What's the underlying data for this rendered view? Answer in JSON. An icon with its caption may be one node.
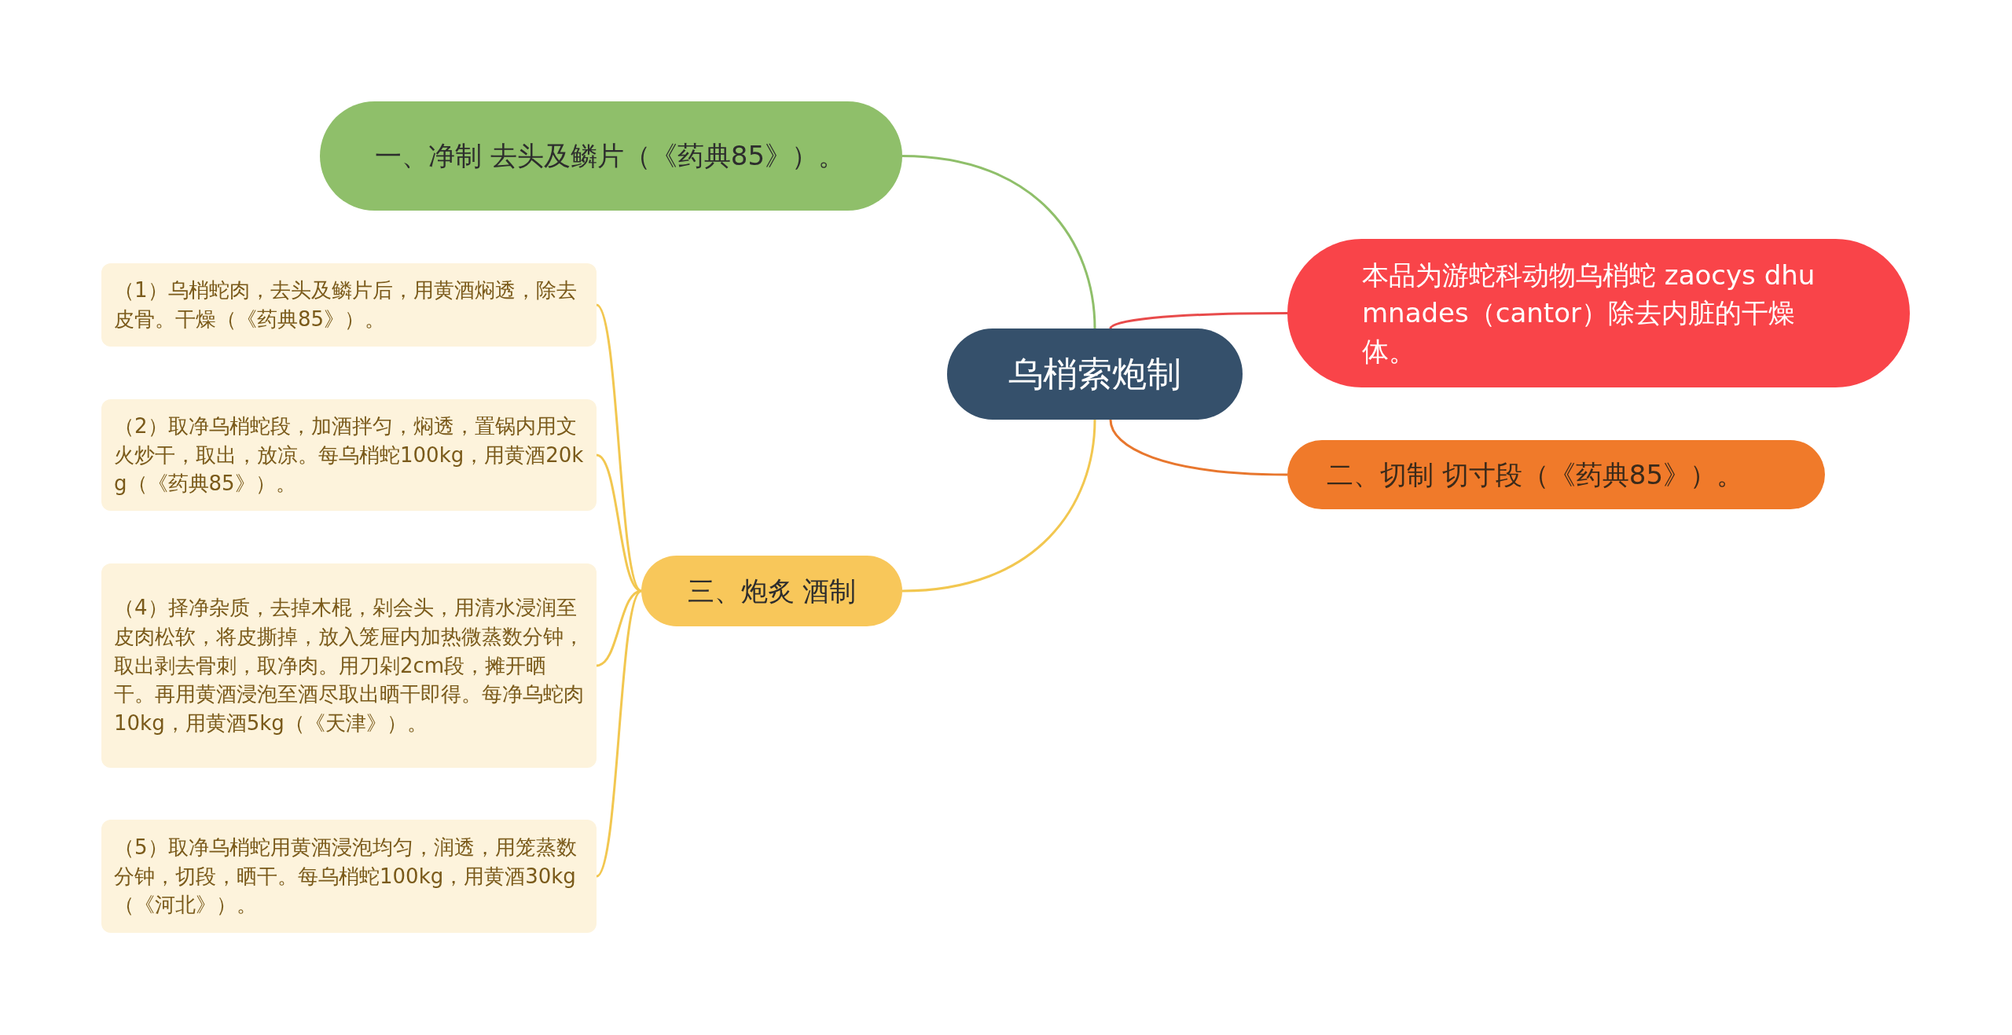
{
  "diagram": {
    "nodes": [
      {
        "text": [
          "乌梢索炮制"
        ]
      },
      {
        "text": [
          "一、净制 去头及鳞片（《药典85》）。"
        ]
      },
      {
        "text": [
          "本品为游蛇科动物乌梢蛇 zaocys dhumnades（cantor）除去内脏的干燥体。"
        ]
      },
      {
        "text": [
          "二、切制 切寸段（《药典85》）。"
        ]
      },
      {
        "text": [
          "三、炮炙 酒制"
        ]
      },
      {
        "text": [
          "（1）乌梢蛇肉，去头及鳞片后，用黄酒焖透，除去皮骨。干燥（《药典85》）。"
        ]
      },
      {
        "text": [
          "（2）取净乌梢蛇段，加酒拌匀，焖透，置锅内用文火炒干，取出，放凉。每乌梢蛇100kg，用黄酒20kg（《药典85》）。"
        ]
      },
      {
        "text": [
          "（4）择净杂质，去掉木棍，剁会头，用清水浸润至皮肉松软，将皮撕掉，放入笼屉内加热微蒸数分钟，取出剥去骨刺，取净肉。用刀剁2cm段，摊开晒干。再用黄酒浸泡至酒尽取出晒干即得。每净乌蛇肉10kg，用黄酒5kg（《天津》）。"
        ]
      },
      {
        "text": [
          "（5）取净乌梢蛇用黄酒浸泡均匀，润透，用笼蒸数分钟，切段，晒干。每乌梢蛇100kg，用黄酒30kg（《河北》）。"
        ]
      }
    ],
    "edges": [
      {
        "from": 0,
        "to": 1,
        "arrow": "none",
        "color": "#8fbf6a"
      },
      {
        "from": 0,
        "to": 2,
        "arrow": "none",
        "color": "#e84b4b"
      },
      {
        "from": 0,
        "to": 3,
        "arrow": "none",
        "color": "#e8772e"
      },
      {
        "from": 0,
        "to": 4,
        "arrow": "none",
        "color": "#f2c750"
      },
      {
        "from": 4,
        "to": 5,
        "arrow": "none",
        "color": "#f2c750"
      },
      {
        "from": 4,
        "to": 6,
        "arrow": "none",
        "color": "#f2c750"
      },
      {
        "from": 4,
        "to": 7,
        "arrow": "none",
        "color": "#f2c750"
      },
      {
        "from": 4,
        "to": 8,
        "arrow": "none",
        "color": "#f2c750"
      }
    ]
  }
}
